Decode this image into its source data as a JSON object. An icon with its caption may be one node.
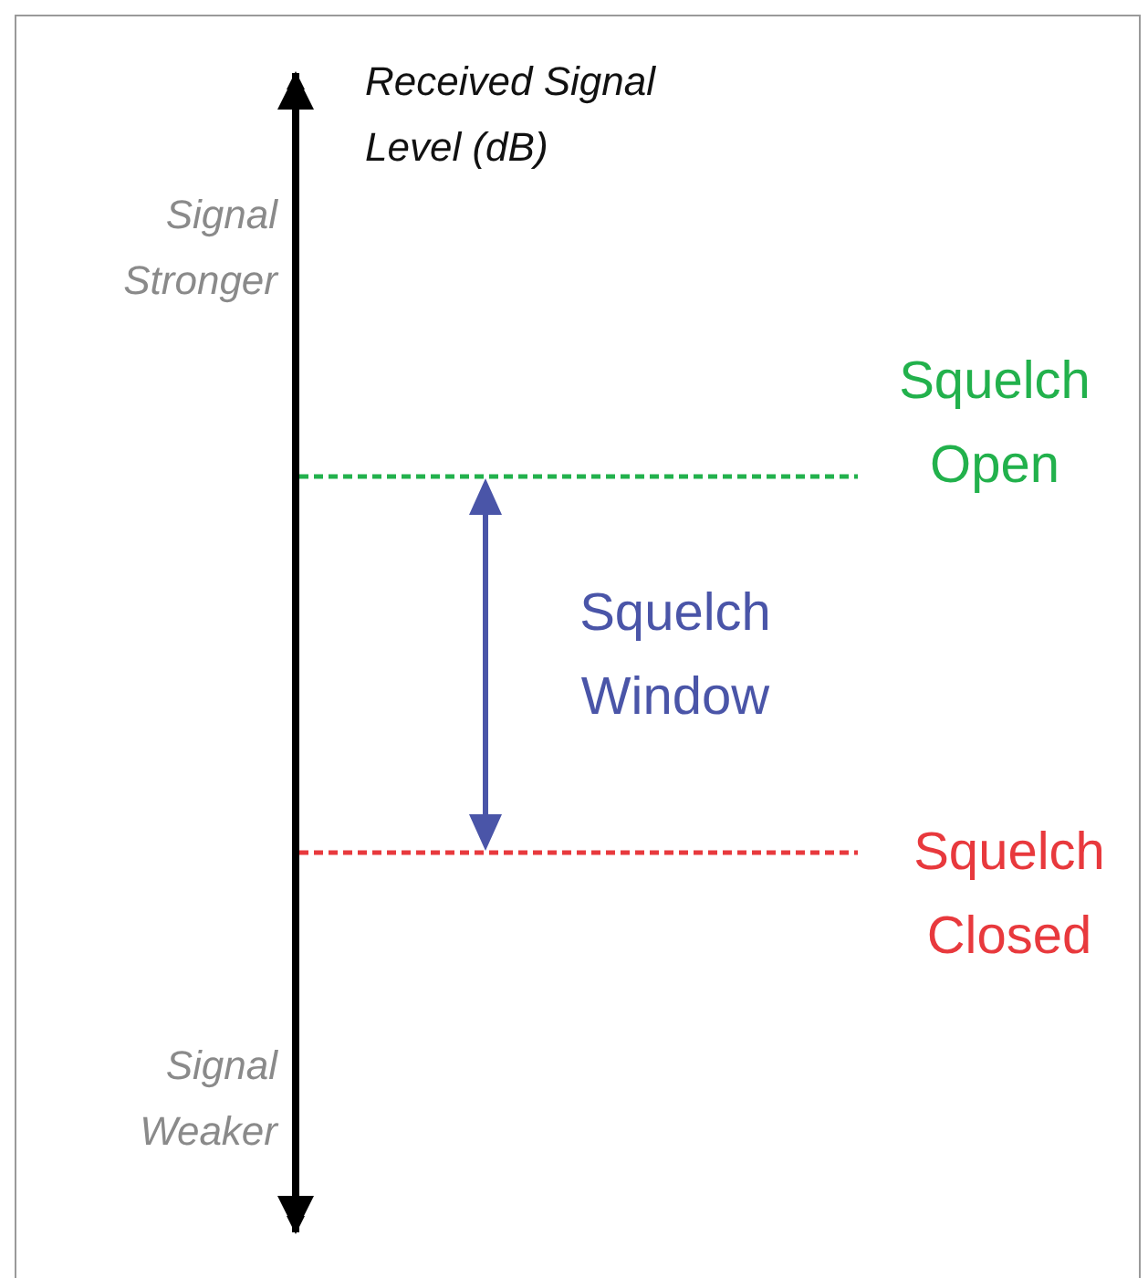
{
  "diagram": {
    "labels": [
      "Received Signal Level (dB)",
      "Signal Stronger",
      "Squelch Open",
      "Squelch Window",
      "Squelch Closed",
      "Signal Weaker"
    ]
  }
}
